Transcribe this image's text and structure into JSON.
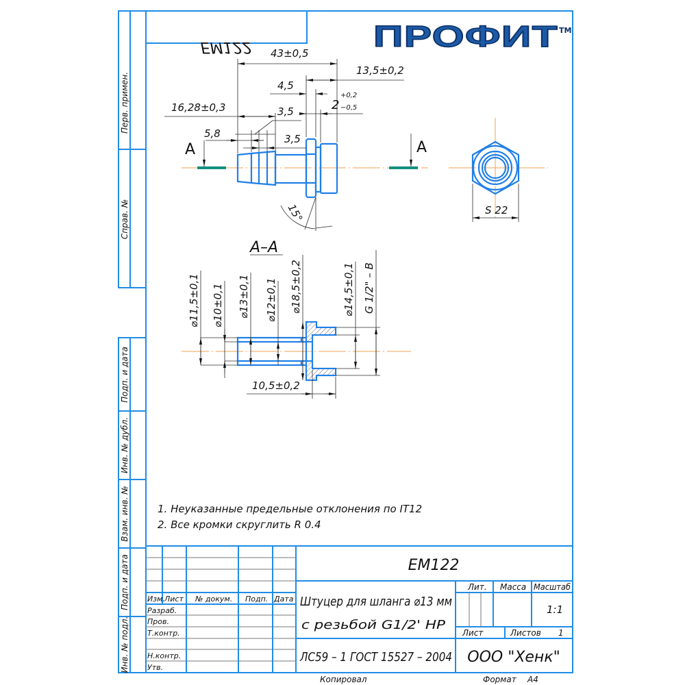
{
  "mirrored_code": "EM122",
  "logo": {
    "text": "ПРОФИТ",
    "tm": "TM"
  },
  "side_strip": {
    "top": [
      "Перв. примен.",
      "Справ. №"
    ],
    "bottom": [
      "Подп. и дата",
      "Инв. № дубл.",
      "Взам. инв. №",
      "Подп. и дата",
      "Инв. № подл."
    ]
  },
  "main_view": {
    "section_mark": "A",
    "dims": {
      "total": "43±0,5",
      "thread_len": "13,5±0,2",
      "hex_w": "4,5",
      "neck": "2",
      "neck_tol_up": "+0,2",
      "neck_tol_down": "−0,5",
      "barb_len": "16,28±0,3",
      "barb_pitch": "3,5",
      "barb_first": "5,8",
      "barb_pitch2": "3,5",
      "angle": "15°"
    }
  },
  "end_view": {
    "hex_size": "S 22"
  },
  "section_view": {
    "title": "A–A",
    "dims": [
      "⌀11,5±0,1",
      "⌀10±0,1",
      "⌀13±0,1",
      "⌀12±0,1",
      "⌀18,5±0,2",
      "⌀14,5±0,1",
      "G 1/2\" – B"
    ],
    "length": "10,5±0,2"
  },
  "notes": [
    "1. Неуказанные предельные отклонения по IT12",
    "2. Все кромки скруглить R 0.4"
  ],
  "title_block": {
    "code": "EM122",
    "headers": [
      "Изм.",
      "Лист",
      "№ докум.",
      "Подп.",
      "Дата"
    ],
    "roles": [
      "Разраб.",
      "Пров.",
      "Т.контр.",
      "",
      "Н.контр.",
      "Утв."
    ],
    "name_line1": "Штуцер для шланга ⌀13 мм",
    "name_line2": "с резьбой G1/2' НР",
    "lit_label": "Лит.",
    "mass_label": "Масса",
    "scale_label": "Масштаб",
    "scale_value": "1:1",
    "sheet_label": "Лист",
    "sheets_label": "Листов",
    "sheets_value": "1",
    "material": "ЛС59 – 1 ГОСТ 15527 – 2004",
    "company": "ООО \"Хенк\""
  },
  "footer": {
    "copied": "Копировал",
    "format_label": "Формат",
    "format_value": "А4"
  }
}
